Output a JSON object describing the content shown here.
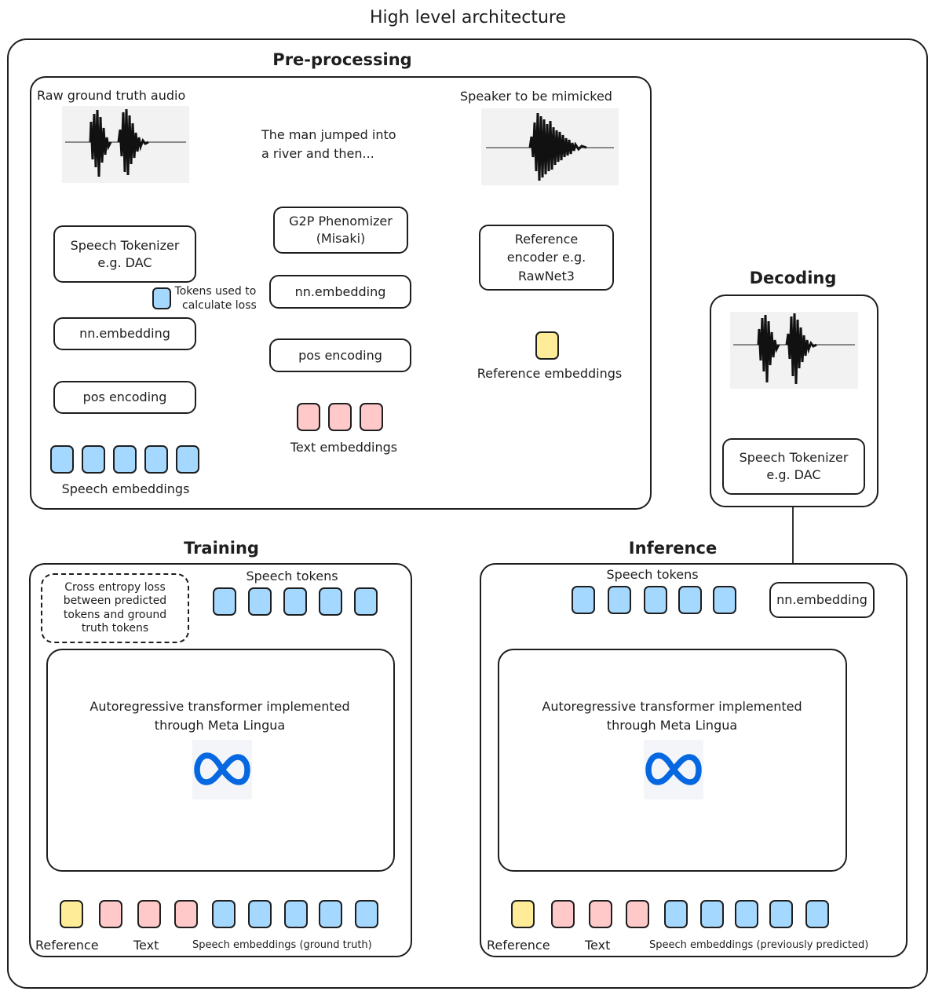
{
  "title": "High level architecture",
  "preprocessing": {
    "heading": "Pre-processing",
    "raw_audio_label": "Raw ground truth audio",
    "speech_tokenizer": [
      "Speech Tokenizer",
      "e.g. DAC"
    ],
    "tokens_note": [
      "Tokens used to",
      "calculate loss"
    ],
    "nn_embedding": "nn.embedding",
    "pos_encoding": "pos encoding",
    "speech_embeddings_label": "Speech embeddings",
    "text_input": [
      "The man jumped into",
      "a river and then..."
    ],
    "g2p": [
      "G2P Phenomizer",
      "(Misaki)"
    ],
    "text_nn_embedding": "nn.embedding",
    "text_pos_encoding": "pos encoding",
    "text_embeddings_label": "Text embeddings",
    "speaker_label": "Speaker to be mimicked",
    "reference_encoder": [
      "Reference",
      "encoder e.g.",
      "RawNet3"
    ],
    "reference_embeddings_label": "Reference embeddings"
  },
  "decoding": {
    "heading": "Decoding",
    "speech_tokenizer": [
      "Speech Tokenizer",
      "e.g. DAC"
    ]
  },
  "training": {
    "heading": "Training",
    "loss_note": [
      "Cross entropy loss",
      "between predicted",
      "tokens and ground",
      "truth tokens"
    ],
    "speech_tokens_label": "Speech tokens",
    "transformer": [
      "Autoregressive transformer implemented",
      "through Meta Lingua"
    ],
    "reference_label": "Reference",
    "text_label": "Text",
    "speech_label": "Speech embeddings (ground truth)"
  },
  "inference": {
    "heading": "Inference",
    "speech_tokens_label": "Speech tokens",
    "nn_embedding": "nn.embedding",
    "transformer": [
      "Autoregressive transformer implemented",
      "through Meta Lingua"
    ],
    "reference_label": "Reference",
    "text_label": "Text",
    "speech_label": "Speech embeddings (previously predicted)"
  },
  "colors": {
    "speech": "#a5d8ff",
    "text": "#ffc9c9",
    "reference": "#ffec99",
    "stroke": "#1e1e1e",
    "meta_blue": "#0668e1"
  },
  "icons": [
    "meta-logo-icon",
    "audio-waveform-icon"
  ]
}
